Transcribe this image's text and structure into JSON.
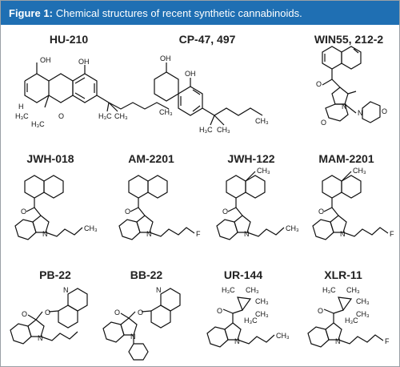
{
  "caption": {
    "label": "Figure 1:",
    "text": "Chemical structures of recent synthetic cannabinoids."
  },
  "compounds": [
    {
      "name": "HU-210",
      "atoms": [
        "OH",
        "OH",
        "H",
        "H₃C",
        "H₃C",
        "O",
        "H₃C",
        "CH₃",
        "CH₃"
      ]
    },
    {
      "name": "CP-47, 497",
      "atoms": [
        "OH",
        "OH",
        "H₃C",
        "CH₃",
        "CH₃"
      ]
    },
    {
      "name": "WIN55, 212-2",
      "atoms": [
        "O",
        "N",
        "O",
        "N",
        "O"
      ]
    },
    {
      "name": "JWH-018",
      "atoms": [
        "O",
        "N",
        "CH₃"
      ]
    },
    {
      "name": "AM-2201",
      "atoms": [
        "O",
        "N",
        "F"
      ]
    },
    {
      "name": "JWH-122",
      "atoms": [
        "CH₃",
        "O",
        "N",
        "CH₃"
      ]
    },
    {
      "name": "MAM-2201",
      "atoms": [
        "CH₃",
        "O",
        "N",
        "F"
      ]
    },
    {
      "name": "PB-22",
      "atoms": [
        "O",
        "O",
        "N",
        "N"
      ]
    },
    {
      "name": "BB-22",
      "atoms": [
        "N",
        "O",
        "O",
        "N"
      ]
    },
    {
      "name": "UR-144",
      "atoms": [
        "H₃C",
        "CH₃",
        "O",
        "CH₃",
        "CH₃",
        "H₃C",
        "N",
        "CH₃"
      ]
    },
    {
      "name": "XLR-11",
      "atoms": [
        "H₃C",
        "CH₃",
        "O",
        "CH₃",
        "CH₃",
        "H₃C",
        "N",
        "F"
      ]
    }
  ],
  "colors": {
    "caption_bg": "#1f6fb3",
    "caption_text": "#ffffff",
    "border": "#9aa0a6"
  }
}
